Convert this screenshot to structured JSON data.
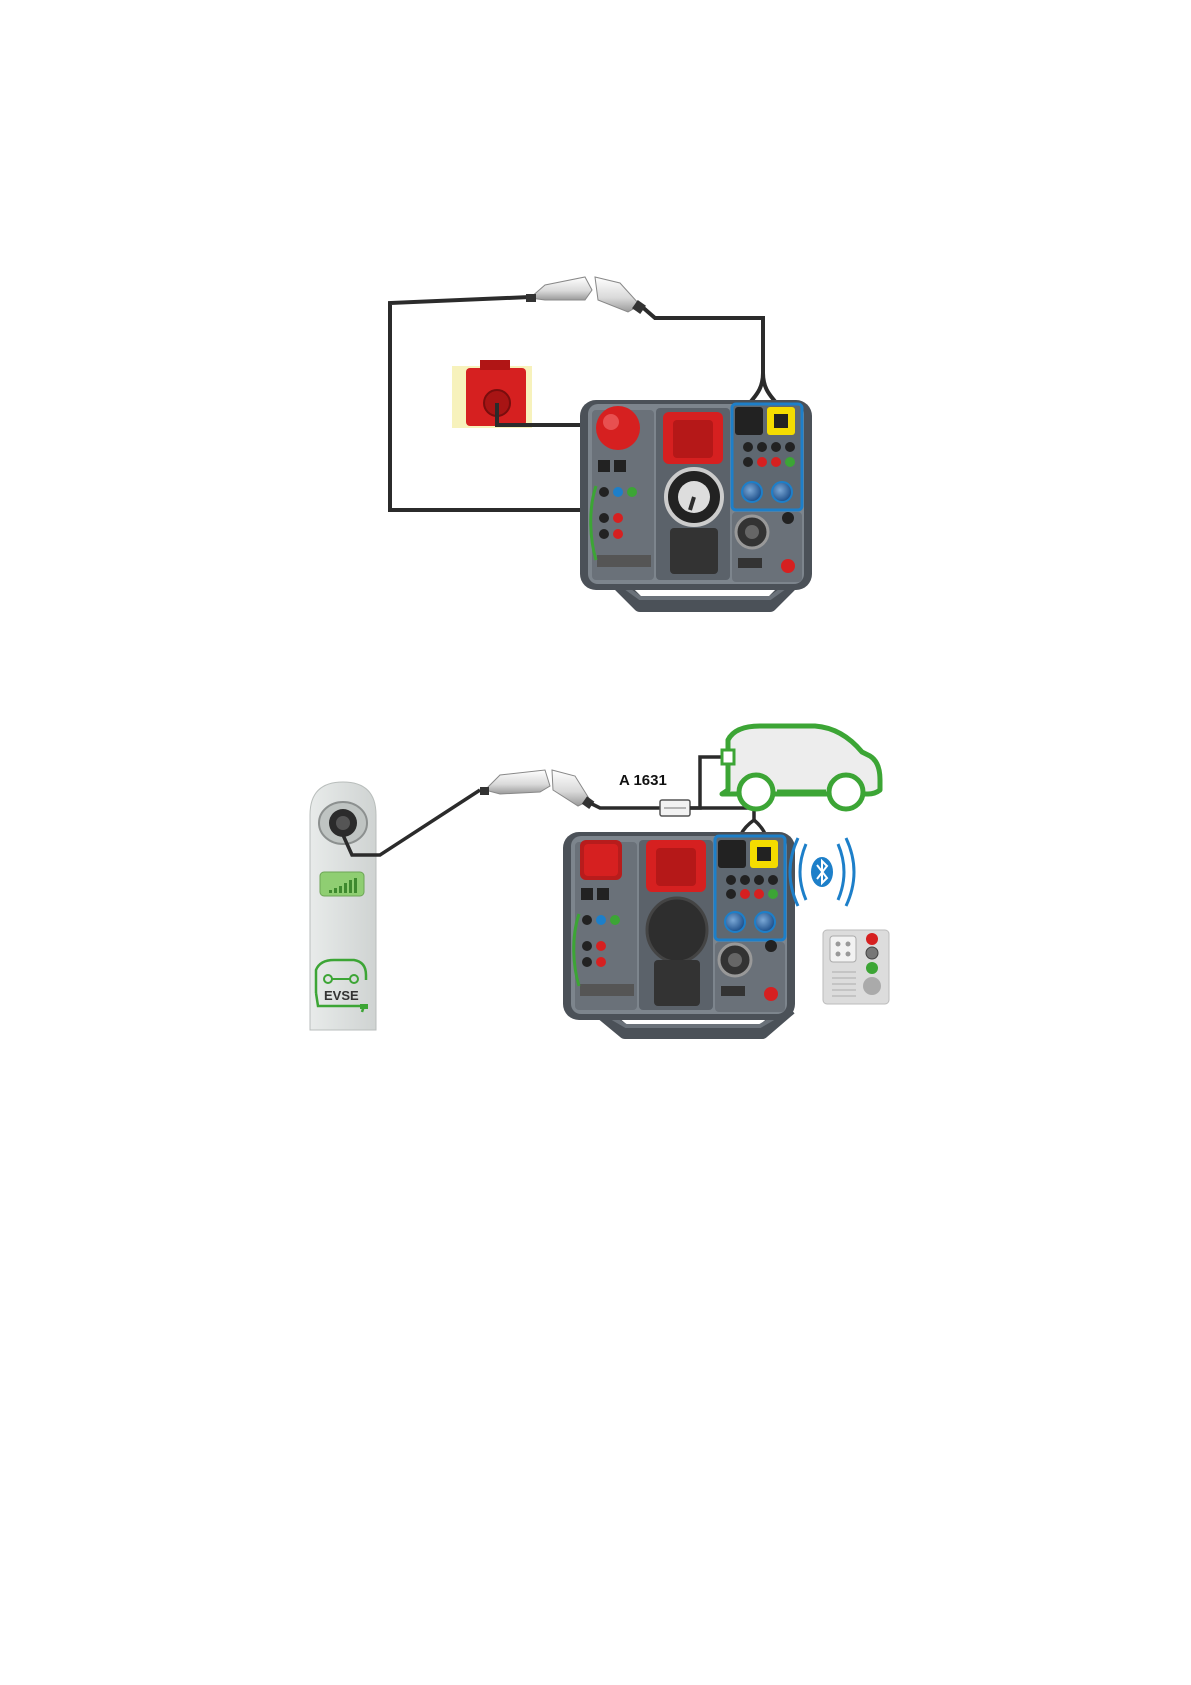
{
  "diagram_top": {
    "description_items": [
      "ev-connector-plug",
      "red-3phase-socket",
      "instrument-panel"
    ]
  },
  "diagram_bottom": {
    "adapter_label": "A 1631",
    "evse_label": "EVSE"
  },
  "colors": {
    "cable": "#2b2b2b",
    "socket_red": "#d62020",
    "accent_yellow": "#f4dc00",
    "ev_green": "#3ca535",
    "bluetooth_blue": "#1d7fc9",
    "instrument_body": "#4b5158"
  },
  "icons": [
    "bluetooth-icon",
    "car-icon",
    "plug-icon",
    "remote-control-icon"
  ]
}
